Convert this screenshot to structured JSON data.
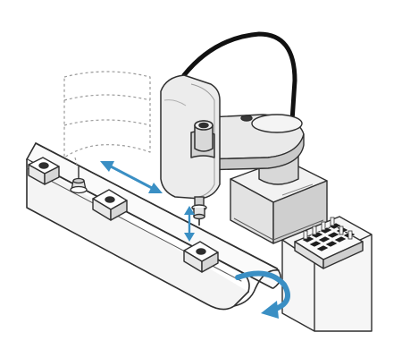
{
  "colors": {
    "background": "#ffffff",
    "outline": "#2f2f2f",
    "robot_light": "#f0f0f0",
    "robot_mid": "#d6d6d6",
    "robot_dark": "#a9a9a9",
    "cable": "#111111",
    "arrow_blue": "#3a8fc4",
    "ghost_dash": "#9a9a9a",
    "tray_dark": "#1e1e1e"
  },
  "icons": {
    "motion_arrows": "double-headed-arrow",
    "vertical_motion": "up-down-arrow",
    "conveyor_direction": "curved-return-arrow"
  }
}
